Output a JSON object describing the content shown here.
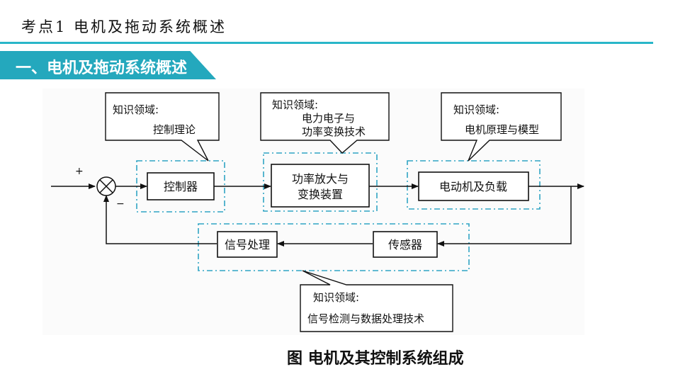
{
  "header": {
    "topic_title": "考点1 电机及拖动系统概述",
    "section_title": "一、电机及拖动系统概述"
  },
  "diagram": {
    "signs": {
      "plus": "+",
      "minus": "−"
    },
    "blocks": {
      "controller": "控制器",
      "power_amp_line1": "功率放大与",
      "power_amp_line2": "变换装置",
      "motor_load": "电动机及负载",
      "sensor": "传感器",
      "signal_processing": "信号处理"
    },
    "callouts": {
      "control": {
        "line1": "知识领域:",
        "line2": "控制理论"
      },
      "power": {
        "line1": "知识领域:",
        "line2": "电力电子与",
        "line3": "功率变换技术"
      },
      "motor": {
        "line1": "知识领域:",
        "line2": "电机原理与模型"
      },
      "signal": {
        "line1": "知识领域:",
        "line2": "信号检测与数据处理技术"
      }
    }
  },
  "caption": "图 电机及其控制系统组成",
  "colors": {
    "accent": "#24a8bd",
    "dashed_box": "#2fa4c4",
    "line": "#111111"
  }
}
